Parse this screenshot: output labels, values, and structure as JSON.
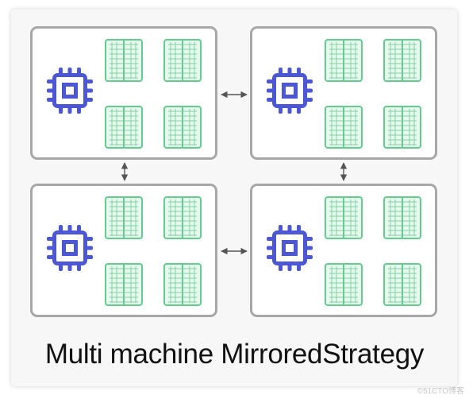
{
  "title": "Multi machine MirroredStrategy",
  "watermark": "©51CTO博客",
  "colors": {
    "cpu": "#4c57d6",
    "gpu_stroke": "#63cd8f",
    "gpu_fill": "#e9f8ef",
    "machine_border": "#a7a7a7",
    "connector": "#555555"
  },
  "icons": {
    "cpu": "cpu-chip-icon",
    "gpu": "gpu-card-icon"
  },
  "machines": [
    {
      "cpu_count": 1,
      "gpu_count": 4
    },
    {
      "cpu_count": 1,
      "gpu_count": 4
    },
    {
      "cpu_count": 1,
      "gpu_count": 4
    },
    {
      "cpu_count": 1,
      "gpu_count": 4
    }
  ],
  "connections": [
    {
      "from": 0,
      "to": 1,
      "direction": "bidirectional"
    },
    {
      "from": 2,
      "to": 3,
      "direction": "bidirectional"
    },
    {
      "from": 0,
      "to": 2,
      "direction": "bidirectional"
    },
    {
      "from": 1,
      "to": 3,
      "direction": "bidirectional"
    }
  ]
}
